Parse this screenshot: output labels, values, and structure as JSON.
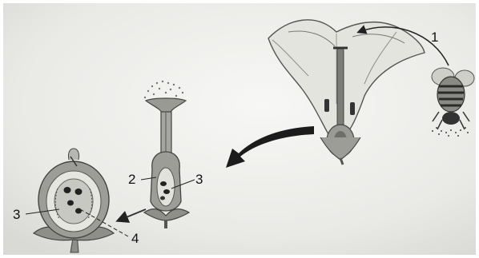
{
  "diagram": {
    "labels": {
      "pollinator_arrow": "1",
      "ovary_wall": "2",
      "ovule_mid": "3",
      "ovule_fruit": "3",
      "fruit_seed": "4"
    }
  }
}
